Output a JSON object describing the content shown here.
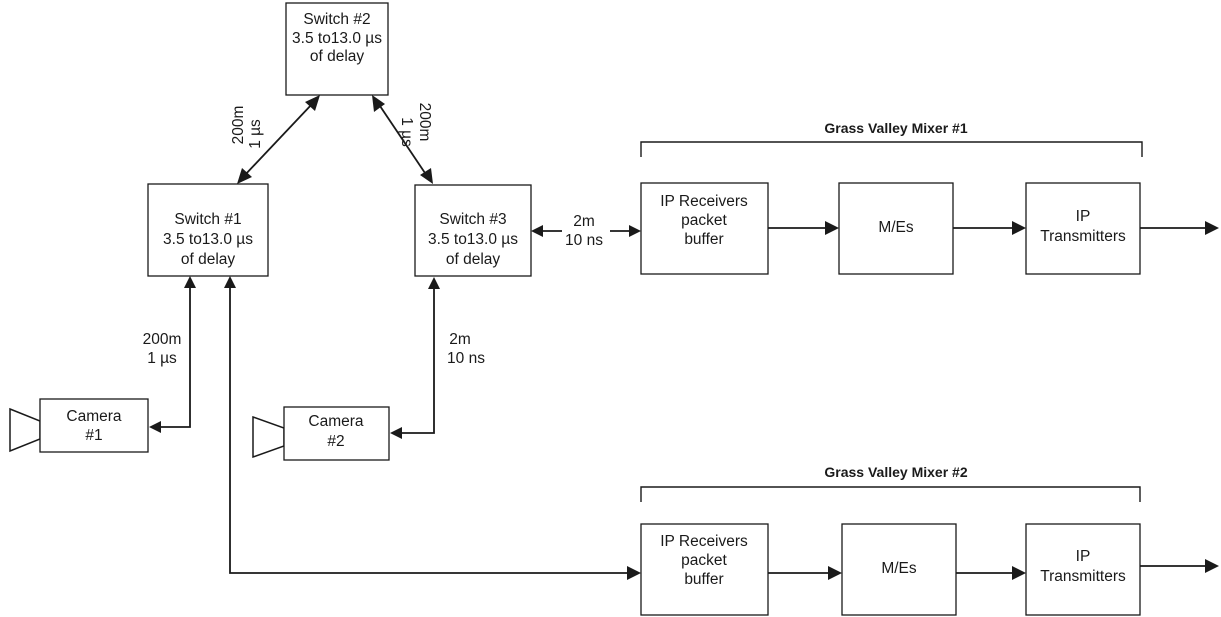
{
  "switches": {
    "switch1": [
      "Switch #1",
      "3.5 to13.0 µs",
      "of delay"
    ],
    "switch2": [
      "Switch #2",
      "3.5 to13.0 µs",
      "of delay"
    ],
    "switch3": [
      "Switch #3",
      "3.5 to13.0 µs",
      "of delay"
    ]
  },
  "cameras": {
    "camera1": [
      "Camera",
      "#1"
    ],
    "camera2": [
      "Camera",
      "#2"
    ]
  },
  "links": {
    "sw1_sw2": [
      "200m",
      "1 µs"
    ],
    "sw2_sw3": [
      "200m",
      "1 µs"
    ],
    "cam1_sw1": [
      "200m",
      "1 µs"
    ],
    "cam2_sw3": [
      "2m",
      "10 ns"
    ],
    "sw3_mixer1": [
      "2m",
      "10 ns"
    ]
  },
  "mixer1": {
    "title": "Grass Valley Mixer #1",
    "receivers": [
      "IP Receivers",
      "packet",
      "buffer"
    ],
    "mes": "M/Es",
    "transmitters": [
      "IP",
      "Transmitters"
    ]
  },
  "mixer2": {
    "title": "Grass Valley Mixer #2",
    "receivers": [
      "IP Receivers",
      "packet",
      "buffer"
    ],
    "mes": "M/Es",
    "transmitters": [
      "IP",
      "Transmitters"
    ]
  }
}
